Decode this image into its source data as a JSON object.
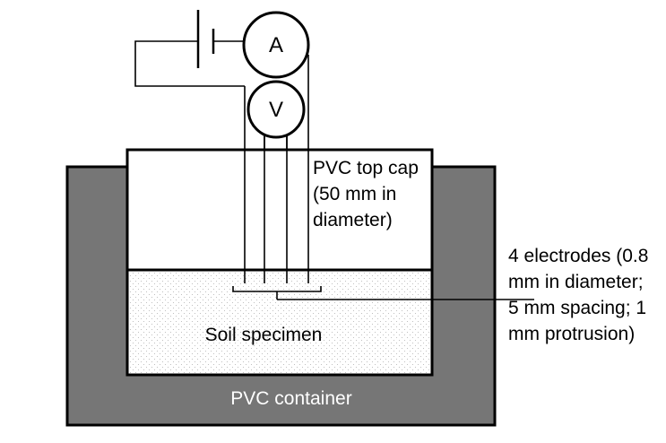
{
  "meters": {
    "ammeter": "A",
    "voltmeter": "V"
  },
  "labels": {
    "top_cap": [
      "PVC top cap",
      "(50 mm in",
      "diameter)"
    ],
    "electrodes": [
      "4 electrodes (0.8",
      "mm in diameter;",
      "5 mm spacing; 1",
      "mm protrusion)"
    ],
    "soil": "Soil specimen",
    "container": "PVC container"
  },
  "colors": {
    "container_fill": "#767676",
    "outline": "#000000",
    "container_text": "#ffffff",
    "soil_dots": "#b0b0b0"
  }
}
